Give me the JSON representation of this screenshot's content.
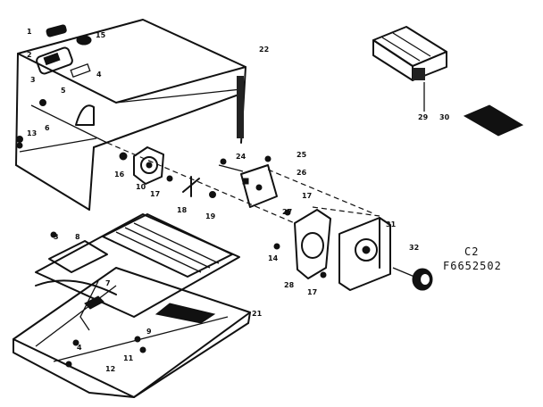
{
  "diagram": {
    "code": "C2",
    "part_number": "F6652502"
  },
  "labels": [
    {
      "id": "p1",
      "text": "1"
    },
    {
      "id": "p15",
      "text": "15"
    },
    {
      "id": "p2",
      "text": "2"
    },
    {
      "id": "p22",
      "text": "22"
    },
    {
      "id": "p3a",
      "text": "3"
    },
    {
      "id": "p4a",
      "text": "4"
    },
    {
      "id": "p5",
      "text": "5"
    },
    {
      "id": "p6",
      "text": "6"
    },
    {
      "id": "p13",
      "text": "13"
    },
    {
      "id": "p10",
      "text": "10"
    },
    {
      "id": "p16",
      "text": "16"
    },
    {
      "id": "p17a",
      "text": "17"
    },
    {
      "id": "p18",
      "text": "18"
    },
    {
      "id": "p19",
      "text": "19"
    },
    {
      "id": "p24",
      "text": "24"
    },
    {
      "id": "p25",
      "text": "25"
    },
    {
      "id": "p26",
      "text": "26"
    },
    {
      "id": "p17b",
      "text": "17"
    },
    {
      "id": "p27",
      "text": "27"
    },
    {
      "id": "p31",
      "text": "31"
    },
    {
      "id": "p32",
      "text": "32"
    },
    {
      "id": "p29",
      "text": "29"
    },
    {
      "id": "p30",
      "text": "30"
    },
    {
      "id": "p14",
      "text": "14"
    },
    {
      "id": "p28",
      "text": "28"
    },
    {
      "id": "p17c",
      "text": "17"
    },
    {
      "id": "p3b",
      "text": "3"
    },
    {
      "id": "p8",
      "text": "8"
    },
    {
      "id": "p7",
      "text": "7"
    },
    {
      "id": "p21",
      "text": "21"
    },
    {
      "id": "p9",
      "text": "9"
    },
    {
      "id": "p11",
      "text": "11"
    },
    {
      "id": "p12",
      "text": "12"
    },
    {
      "id": "p4b",
      "text": "4"
    }
  ]
}
